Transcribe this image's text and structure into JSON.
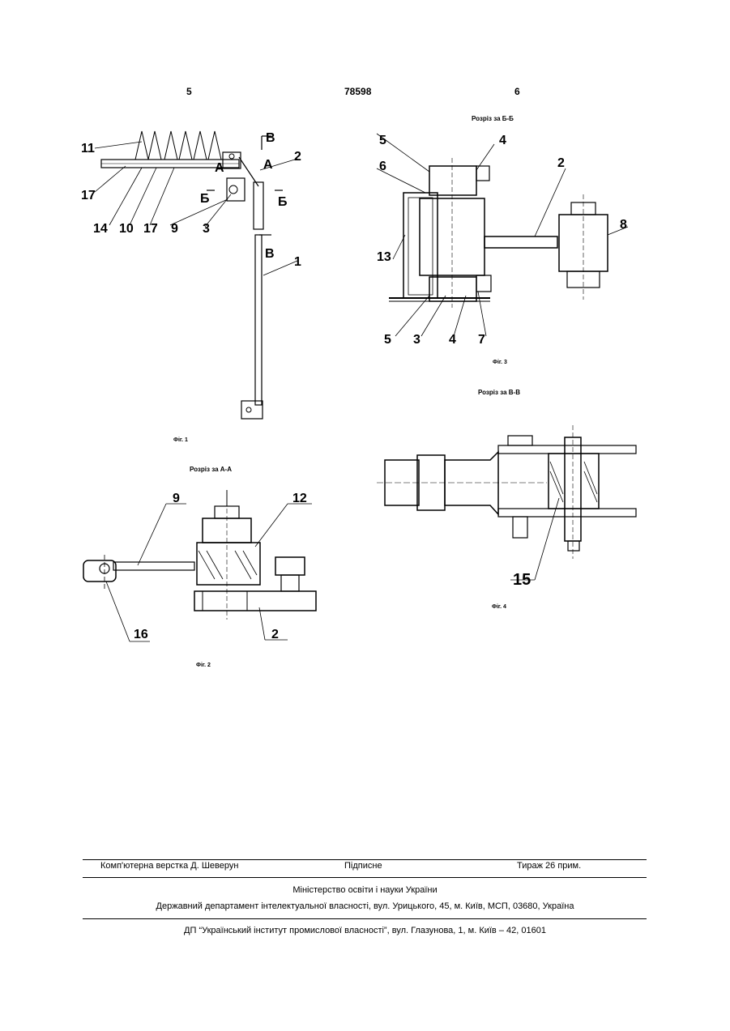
{
  "header": {
    "page_left": "5",
    "patent_no": "78598",
    "page_right": "6"
  },
  "fig1": {
    "caption": "Фіг. 1",
    "labels": [
      "11",
      "17",
      "14",
      "10",
      "17",
      "9",
      "3",
      "Б",
      "А",
      "А",
      "2",
      "В",
      "Б",
      "В",
      "1"
    ]
  },
  "fig2": {
    "section_title": "Розріз за А-А",
    "caption": "Фіг. 2",
    "labels": [
      "9",
      "12",
      "16",
      "2"
    ]
  },
  "fig3": {
    "section_title": "Розріз за Б-Б",
    "caption": "Фіг. 3",
    "labels": [
      "5",
      "4",
      "6",
      "2",
      "8",
      "13",
      "5",
      "3",
      "4",
      "7"
    ]
  },
  "fig4": {
    "section_title": "Розріз за В-В",
    "caption": "Фіг. 4",
    "labels": [
      "15"
    ]
  },
  "footer": {
    "layout": "Комп'ютерна верстка Д. Шеверун",
    "signed": "Підписне",
    "circulation": "Тираж 26 прим.",
    "ministry": "Міністерство освіти і науки України",
    "department": "Державний департамент інтелектуальної власності, вул. Урицького, 45, м. Київ, МСП, 03680, Україна",
    "institute": "ДП “Український інститут промислової власності”, вул. Глазунова, 1, м. Київ – 42, 01601"
  }
}
